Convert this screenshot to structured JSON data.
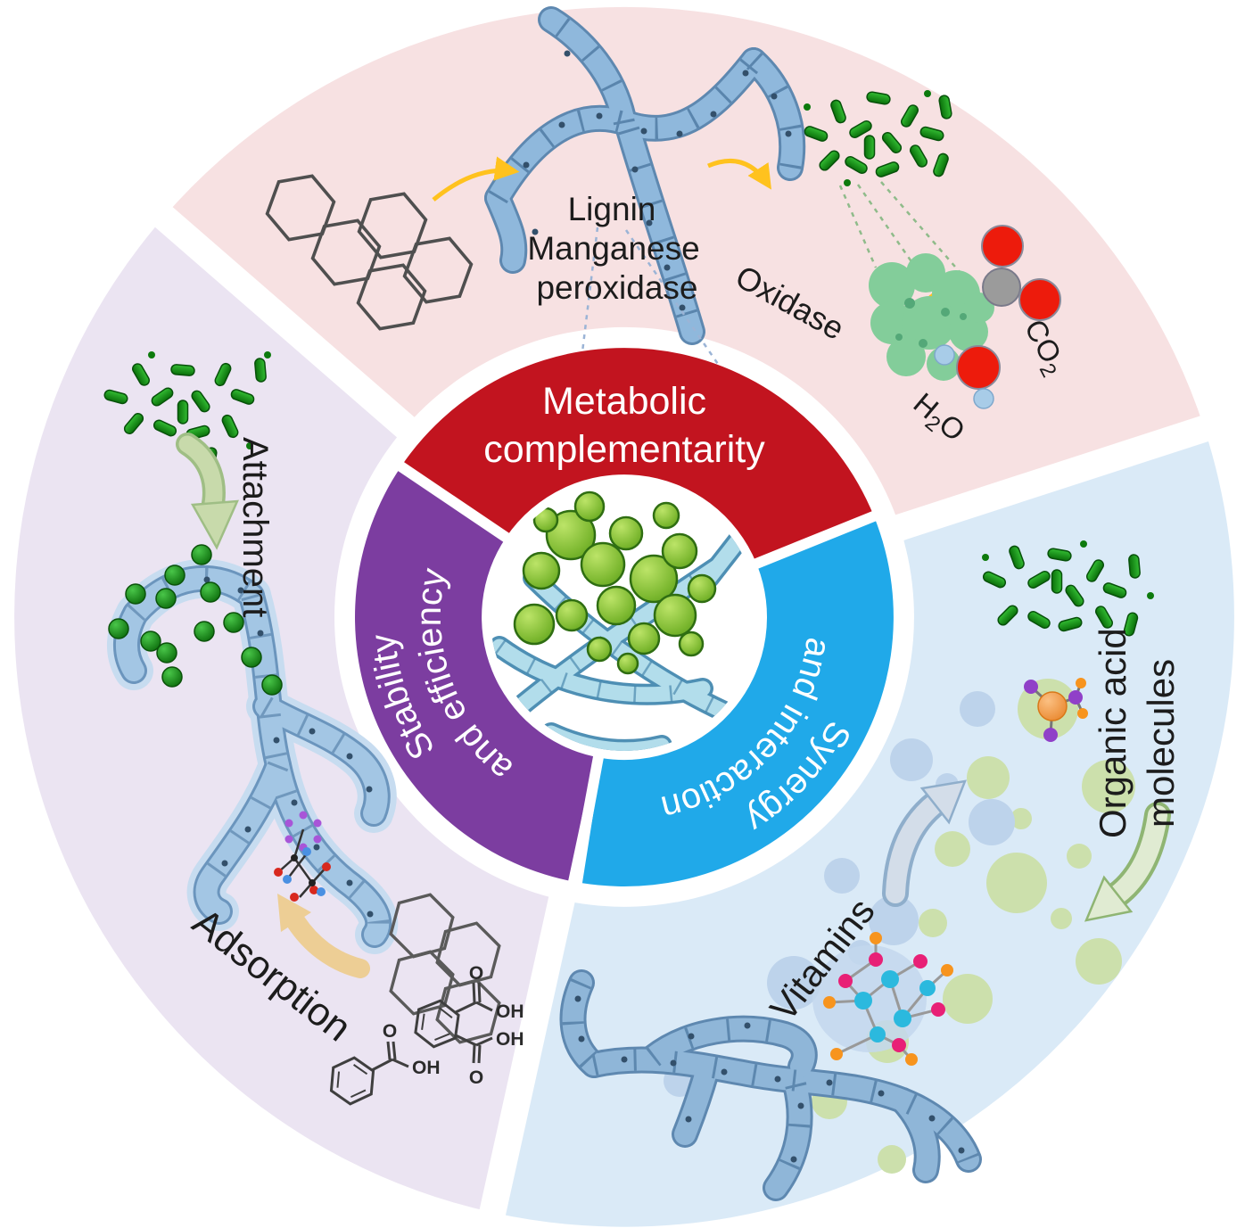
{
  "diagram": {
    "ring": {
      "metabolic": {
        "line1": "Metabolic",
        "line2": "complementarity"
      },
      "stability": {
        "line1": "Stability",
        "line2": "and efficiency"
      },
      "synergy": {
        "line1": "Synergy",
        "line2": "and interaction"
      }
    },
    "top_sector": {
      "enzyme": {
        "line1": "Lignin",
        "line2": "Manganese",
        "line3": "peroxidase"
      },
      "oxidase": "Oxidase",
      "co2_main": "CO",
      "co2_sub": "2",
      "h2o_h": "H",
      "h2o_sub": "2",
      "h2o_o": "O"
    },
    "left_sector": {
      "attachment": "Attachment",
      "adsorption": "Adsorption",
      "label_o": "O",
      "label_oh": "OH"
    },
    "right_sector": {
      "organic_line1": "Organic acid",
      "organic_line2": "molecules",
      "vitamins": "Vitamins"
    },
    "colors": {
      "sector_pink": "#F7E1E2",
      "sector_lavender": "#EBE4F2",
      "sector_blue": "#DAEAF7",
      "arc_red": "#C2141F",
      "arc_purple": "#7C3DA0",
      "arc_blue": "#20A9E9",
      "arrow_yellow": "#FFC21E",
      "arrow_sage": "#C8DAAB",
      "arrow_tan": "#EDCE95",
      "arrow_bluegray": "#D3DDE9",
      "arrow_green": "#E0EBD2",
      "hyphae_blue": "#8FB8DC",
      "bacteria_green": "#15A115",
      "text_dark": "#1c1c1c",
      "text_white": "#ffffff"
    }
  }
}
